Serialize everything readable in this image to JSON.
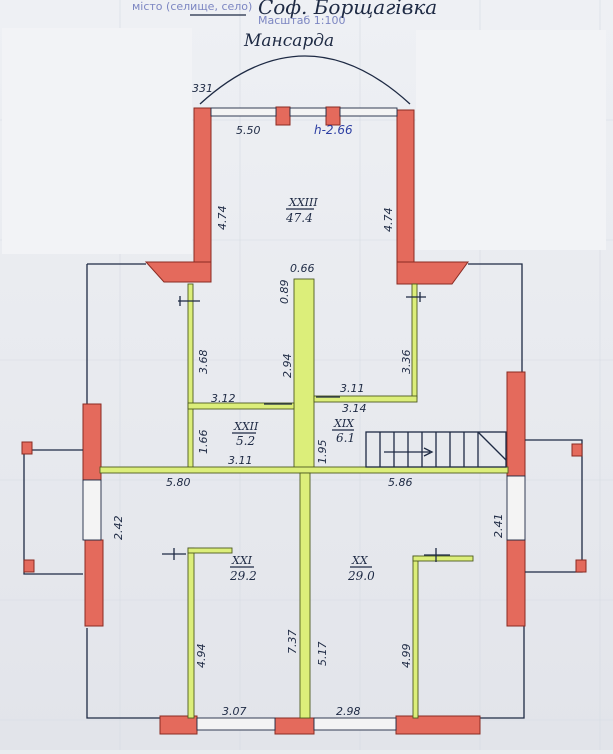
{
  "header": {
    "printed_form_line_1": "місто (селище, село)",
    "printed_form_line_2": "Масштаб 1:100",
    "village": "Соф. Борщагівка",
    "floor": "Мансарда"
  },
  "annotations": {
    "corner_mark": "331",
    "ceiling_height": "h-2.66",
    "top_width": "5.50"
  },
  "rooms": [
    {
      "number": "XXIII",
      "area": "47.4"
    },
    {
      "number": "XXII",
      "area": "5.2"
    },
    {
      "number": "XIX",
      "area": "6.1"
    },
    {
      "number": "XXI",
      "area": "29.2"
    },
    {
      "number": "XX",
      "area": "29.0"
    }
  ],
  "dimensions": {
    "top_left_wall": "4.74",
    "top_right_wall": "4.74",
    "chimney_width": "0.66",
    "chimney_depth": "0.89",
    "center_upper": "2.94",
    "left_upper": "3.68",
    "right_upper": "3.36",
    "left_corridor_width": "3.12",
    "right_corridor_width_a": "3.11",
    "right_corridor_width_b": "3.14",
    "left_small": "1.66",
    "center_small": "1.95",
    "mid_left": "3.11",
    "left_wide": "5.80",
    "right_wide": "5.86",
    "left_window_gap": "2.42",
    "right_window_gap": "2.41",
    "bottom_left": "4.94",
    "center_lower_left": "7.37",
    "center_lower_right": "5.17",
    "bottom_right": "4.99",
    "bottom_window_left": "3.07",
    "bottom_window_right": "2.98"
  }
}
